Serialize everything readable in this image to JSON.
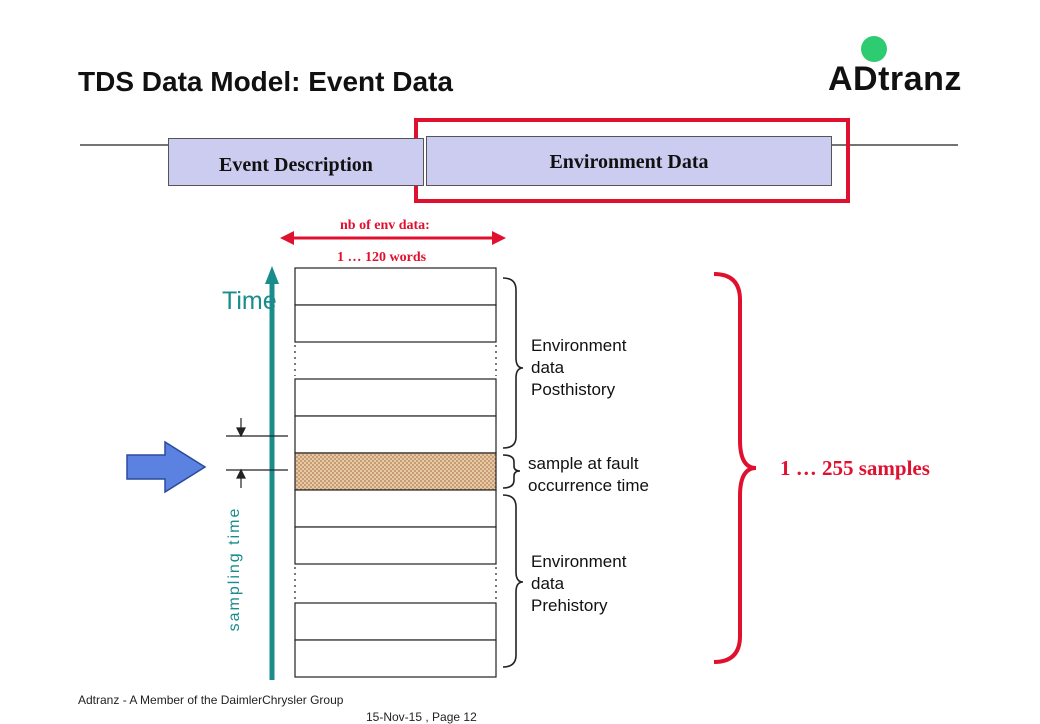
{
  "header": {
    "title": "TDS Data Model: Event Data",
    "logo_text": "ADtranz"
  },
  "segments": {
    "event_description": "Event Description",
    "environment_data": "Environment Data"
  },
  "width_annotation": {
    "line1": "nb of env data:",
    "line2": "1 … 120 words"
  },
  "axis": {
    "time": "Time",
    "sampling_time": "sampling time"
  },
  "groups": {
    "posthistory": [
      "Environment",
      "data",
      "Posthistory"
    ],
    "fault_sample": [
      "sample at fault",
      "occurrence time"
    ],
    "prehistory": [
      "Environment",
      "data",
      "Prehistory"
    ]
  },
  "samples_label": "1 … 255 samples",
  "footer": {
    "group": "Adtranz - A Member of the DaimlerChrysler Group",
    "page": "15-Nov-15 , Page 12"
  },
  "colors": {
    "highlight": "#e0102f",
    "time_axis": "#1a8c8c",
    "segment_fill": "#ccccf0",
    "fault_fill": "#e8c9a6",
    "logo_dot": "#2ecc71",
    "input_arrow": "#5b82e0"
  }
}
